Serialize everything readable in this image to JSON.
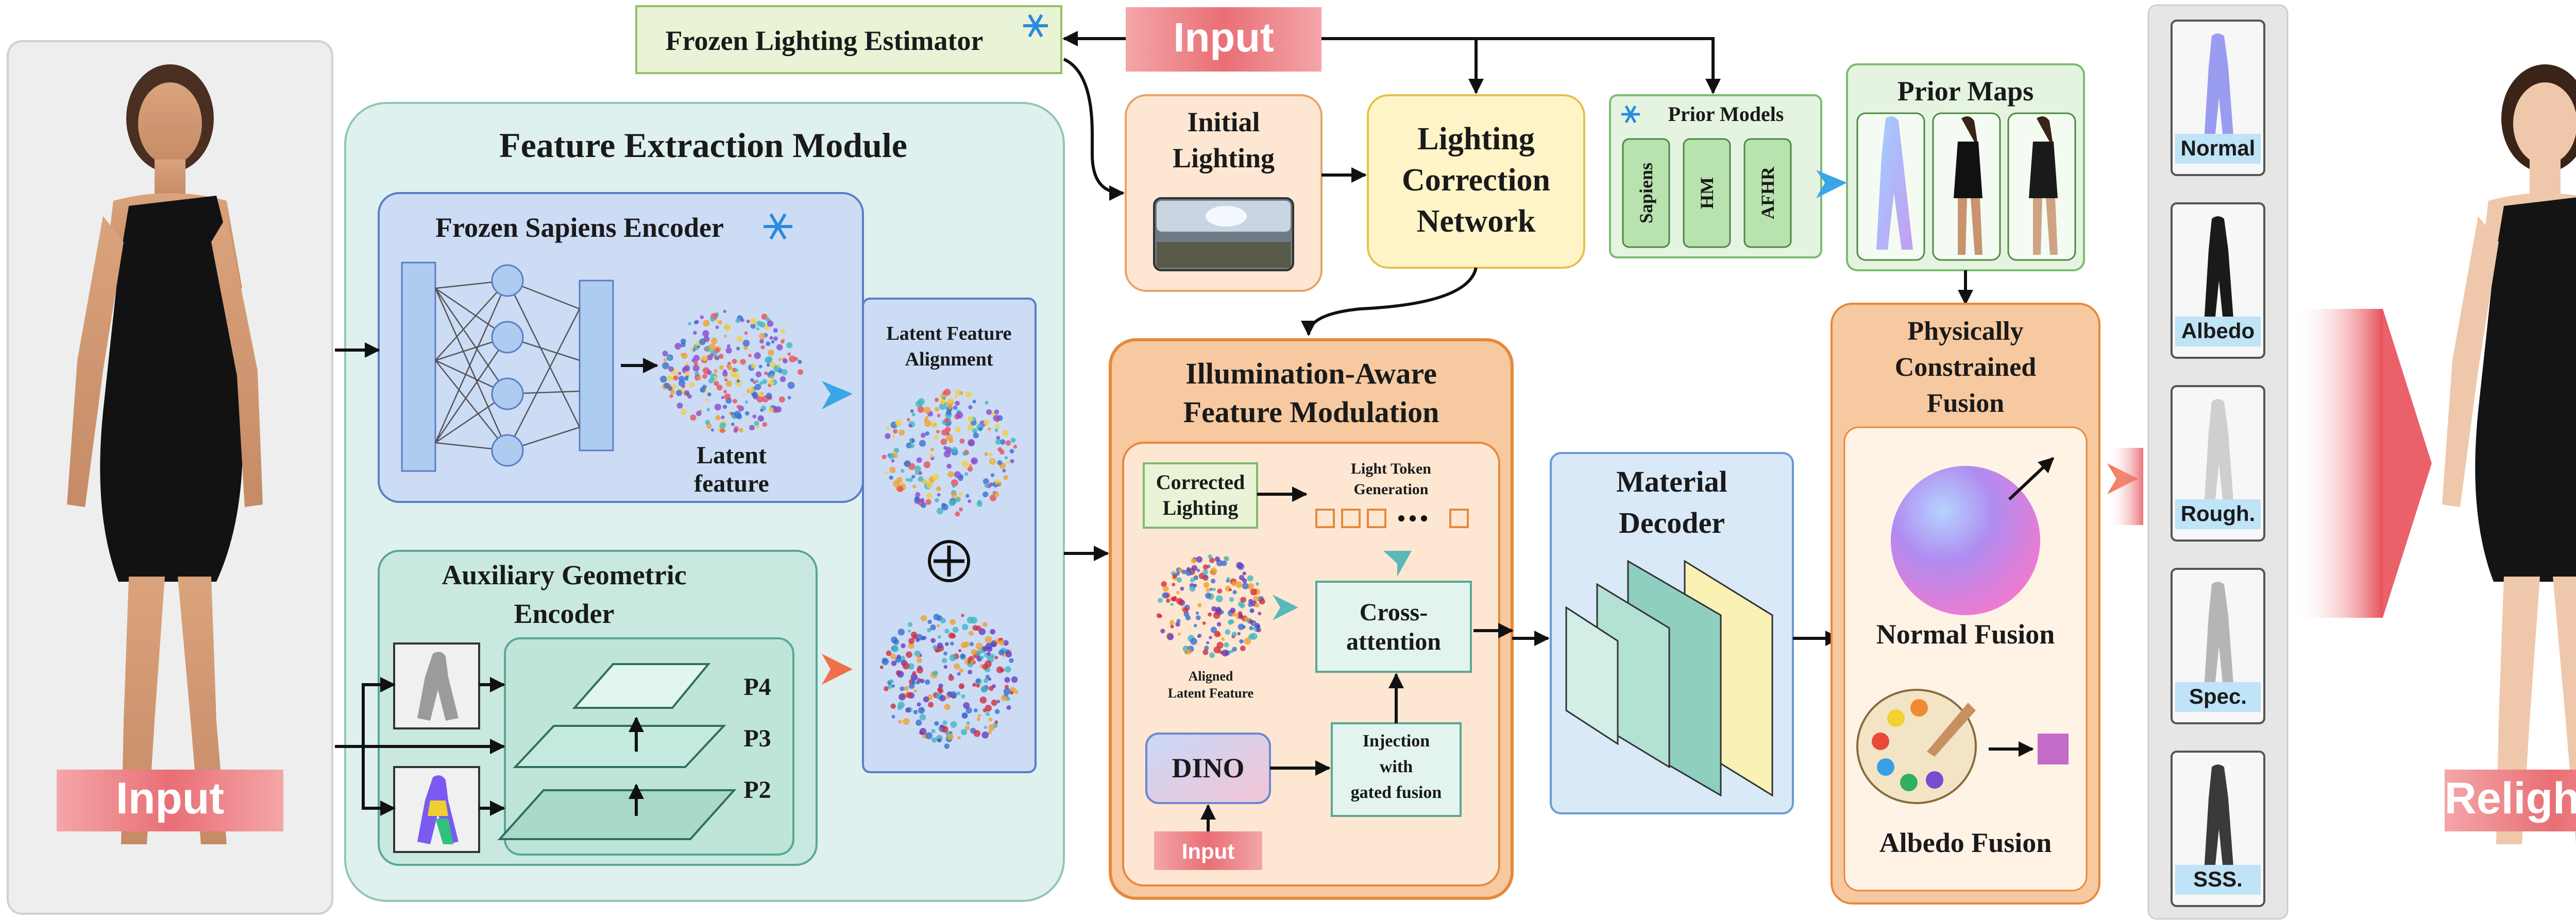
{
  "title_input_top": "Input",
  "left_input_label": "Input",
  "right_output_label": "Relighting",
  "frozen_lighting_estimator": "Frozen Lighting Estimator",
  "initial_lighting": [
    "Initial",
    "Lighting"
  ],
  "lighting_correction": [
    "Lighting",
    "Correction",
    "Network"
  ],
  "prior_models": {
    "title": "Prior Models",
    "items": [
      "Sapiens",
      "HM",
      "AFHR"
    ]
  },
  "prior_maps": "Prior Maps",
  "feature_extraction": {
    "title": "Feature Extraction Module",
    "sapiens_encoder": "Frozen Sapiens Encoder",
    "latent_feature": [
      "Latent",
      "feature"
    ],
    "aux_encoder": [
      "Auxiliary Geometric",
      "Encoder"
    ],
    "levels": [
      "P4",
      "P3",
      "P2"
    ],
    "alignment": [
      "Latent Feature",
      "Alignment"
    ]
  },
  "modulation": {
    "title": [
      "Illumination-Aware",
      "Feature Modulation"
    ],
    "corrected_lighting": [
      "Corrected",
      "Lighting"
    ],
    "light_token": [
      "Light Token",
      "Generation"
    ],
    "cross_attention": [
      "Cross-",
      "attention"
    ],
    "aligned_feature": [
      "Aligned",
      "Latent Feature"
    ],
    "dino": "DINO",
    "injection": [
      "Injection",
      "with",
      "gated fusion"
    ],
    "input": "Input"
  },
  "material_decoder": [
    "Material",
    "Decoder"
  ],
  "fusion": {
    "title": [
      "Physically",
      "Constrained",
      "Fusion"
    ],
    "normal_fusion": "Normal Fusion",
    "albedo_fusion": "Albedo Fusion"
  },
  "outputs": [
    "Normal",
    "Albedo",
    "Rough.",
    "Spec.",
    "SSS."
  ],
  "colors": {
    "feature_bg": "#dff1ee",
    "sapiens_bg": "#cddcf5",
    "aux_bg": "#c9e9e0",
    "modulation_bg": "#f6c9a0",
    "modulation_inner": "#fde7d2",
    "lighting_correction_bg": "#fff4c8",
    "prior_bg": "#e4f4e1",
    "decoder_bg": "#d9e9f8",
    "fusion_bg": "#f6c9a0",
    "input_red": "#e86f75"
  }
}
